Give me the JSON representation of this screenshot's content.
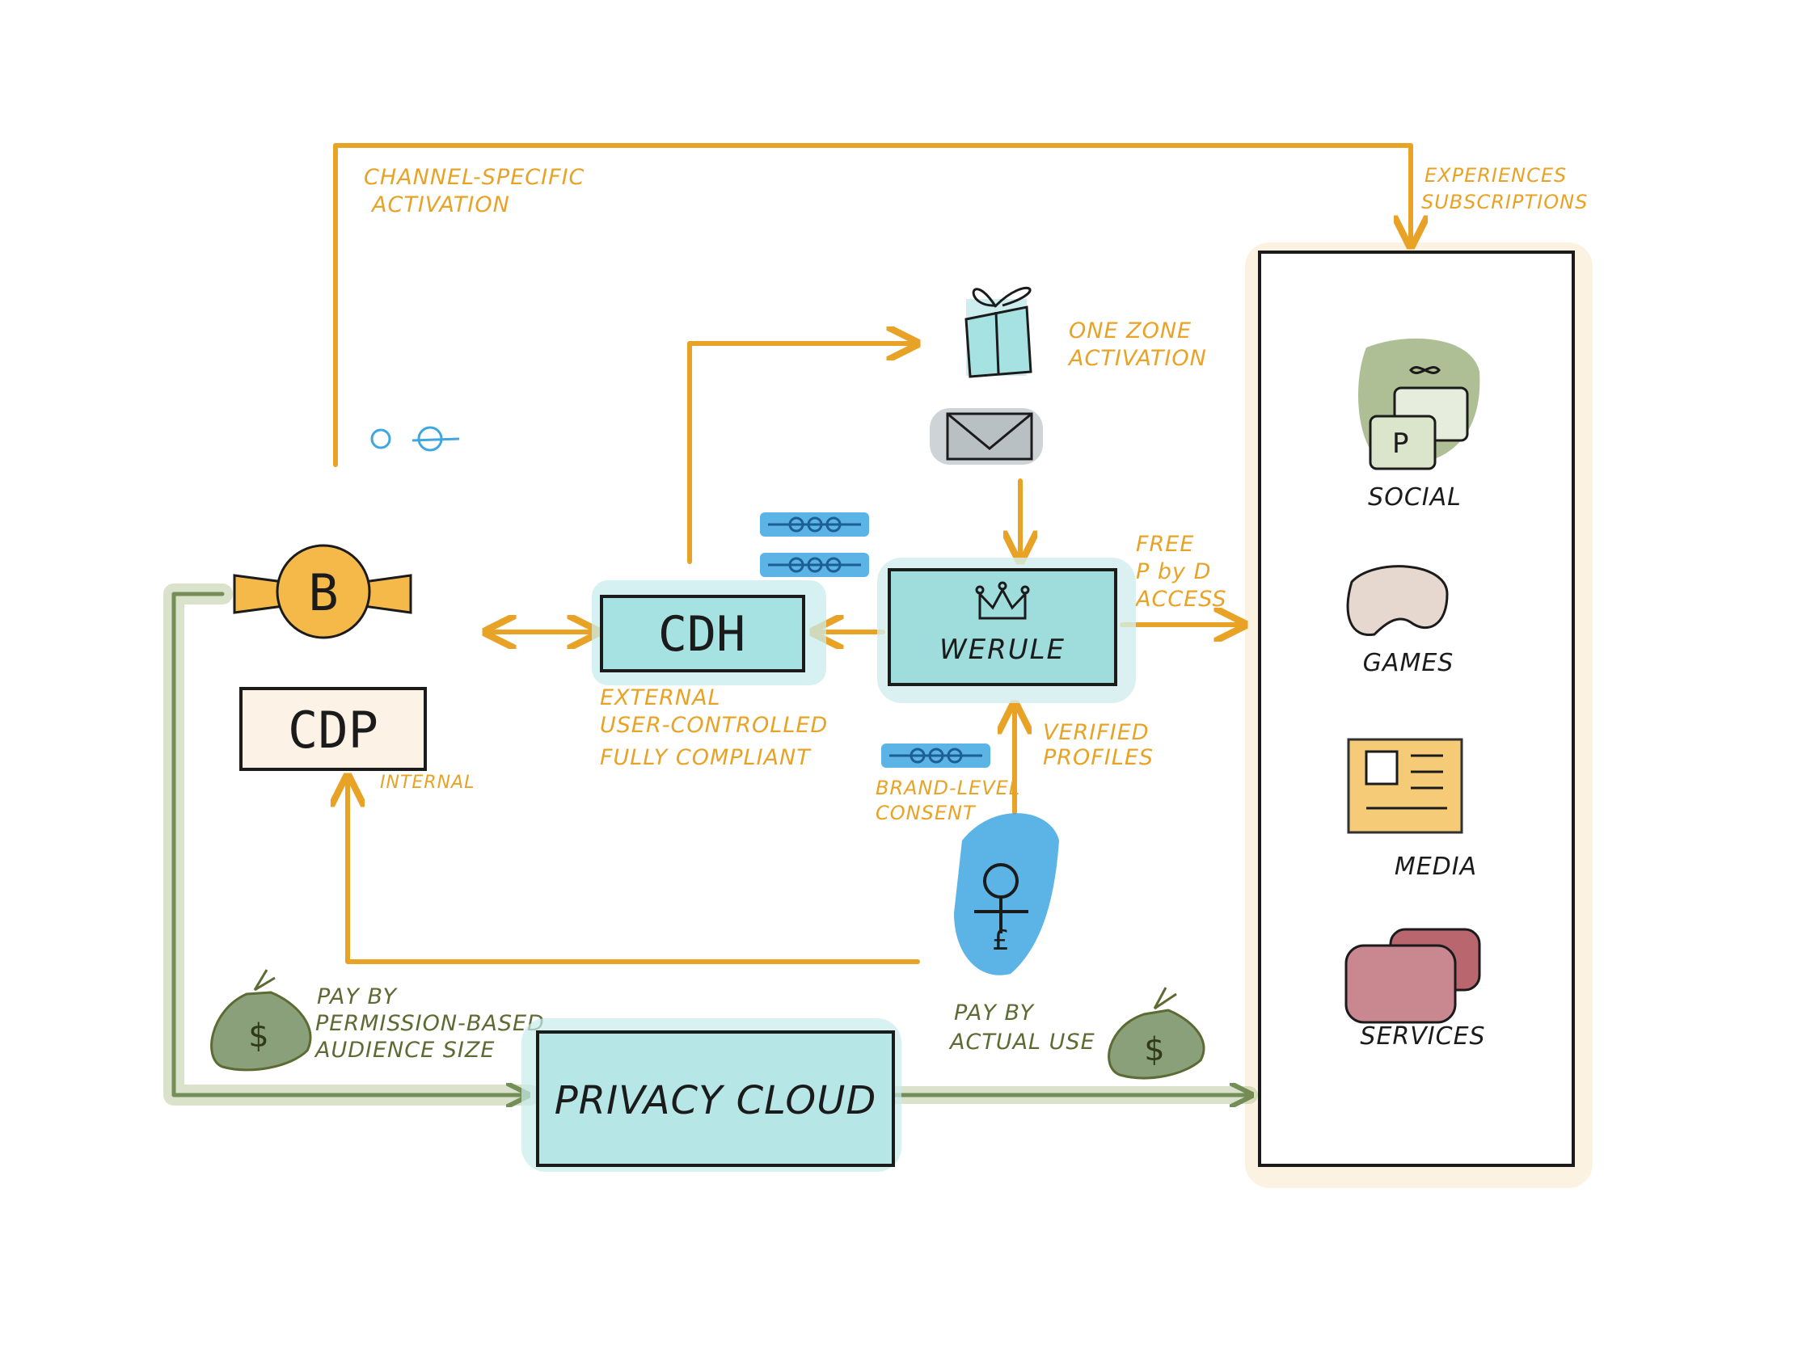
{
  "labels": {
    "channel_specific_line1": "CHANNEL-SPECIFIC",
    "channel_specific_line2": "ACTIVATION",
    "experiences_line1": "EXPERIENCES",
    "experiences_line2": "SUBSCRIPTIONS",
    "onezone_line1": "ONE ZONE",
    "onezone_line2": "ACTIVATION",
    "free_line1": "FREE",
    "free_line2": "P by D",
    "free_line3": "ACCESS",
    "verified_line1": "VERIFIED",
    "verified_line2": "PROFILES",
    "brand_consent_line1": "BRAND-LEVEL",
    "brand_consent_line2": "CONSENT",
    "internal": "INTERNAL",
    "cdh_desc_line1": "EXTERNAL",
    "cdh_desc_line2": "USER-CONTROLLED",
    "cdh_desc_line3": "FULLY COMPLIANT",
    "pay_audience_line1": "PAY BY",
    "pay_audience_line2": "PERMISSION-BASED",
    "pay_audience_line3": "AUDIENCE SIZE",
    "pay_usage_line1": "PAY BY",
    "pay_usage_line2": "ACTUAL USE"
  },
  "boxes": {
    "cdp": "CDP",
    "cdh": "CDH",
    "werule": "WERULE",
    "privacy_cloud": "PRIVACY CLOUD"
  },
  "badges": {
    "b_coin": "B",
    "dollar": "$",
    "pound": "£"
  },
  "channels": {
    "social": "SOCIAL",
    "games": "GAMES",
    "media": "MEDIA",
    "services": "SERVICES"
  },
  "icons": {
    "crown": "crown-icon",
    "gift": "gift-box-icon",
    "envelope": "envelope-icon",
    "person": "person-icon",
    "money_bag": "money-bag-icon",
    "coin": "bitcoin-coin-icon",
    "token": "consent-token-icon",
    "social": "social-apps-icon",
    "games": "gamepad-icon",
    "media": "newspaper-icon",
    "services": "services-cards-icon"
  },
  "colors": {
    "orange": "#e8a326",
    "green": "#5b7a3a",
    "teal": "#9fdcdc",
    "blue": "#3fa6e0",
    "ink": "#1b1b1b"
  }
}
